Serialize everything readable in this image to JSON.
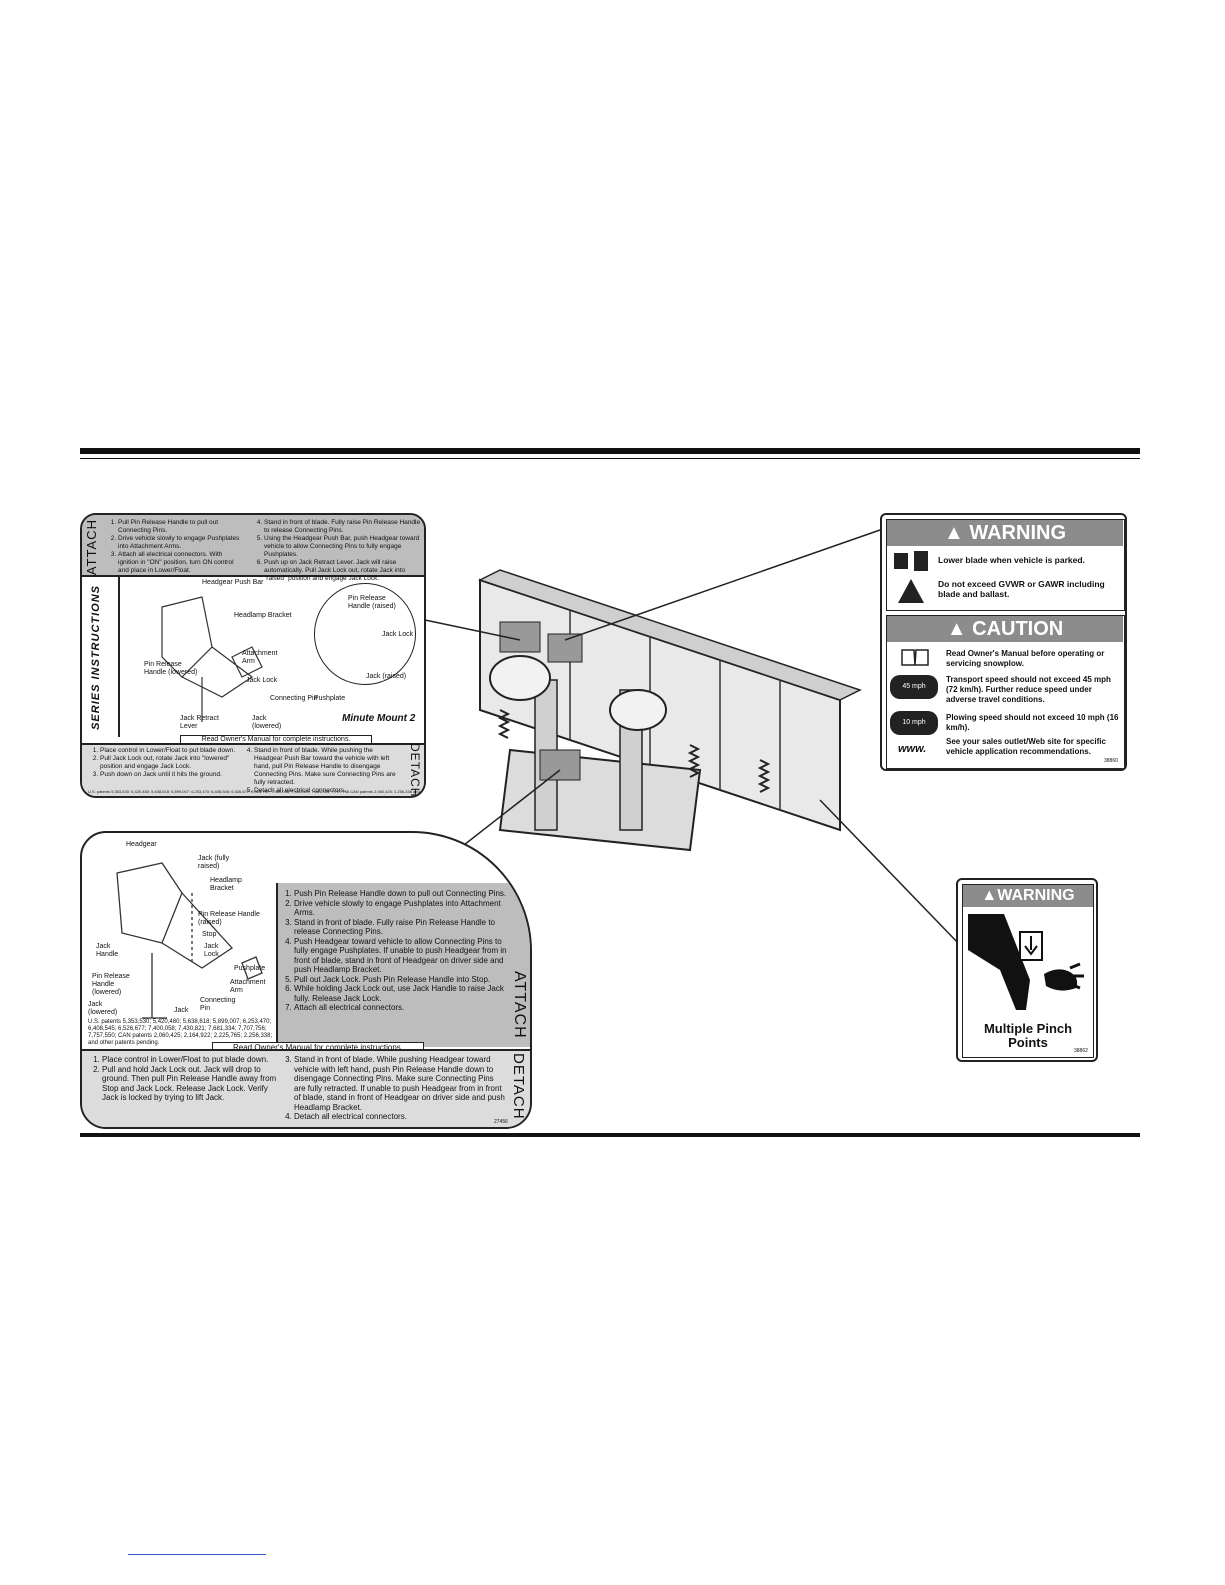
{
  "attach_decal_small": {
    "attach_label": "ATTACH",
    "detach_label": "DETACH",
    "series_text": "SERIES INSTRUCTIONS",
    "logo_text": "Minute Mount 2",
    "attach_col1": [
      "Pull Pin Release Handle to pull out Connecting Pins.",
      "Drive vehicle slowly to engage Pushplates into Attachment Arms.",
      "Attach all electrical connectors. With ignition in \"ON\" position, turn ON control and place in Lower/Float."
    ],
    "attach_col2": [
      "Stand in front of blade. Fully raise Pin Release Handle to release Connecting Pins.",
      "Using the Headgear Push Bar, push Headgear toward vehicle to allow Connecting Pins to fully engage Pushplates.",
      "Push up on Jack Retract Lever. Jack will raise automatically. Pull Jack Lock out, rotate Jack into \"raised\" position and engage Jack Lock."
    ],
    "labels": [
      "Headgear Push Bar",
      "Headlamp Bracket",
      "Pin Release Handle (raised)",
      "Jack Lock",
      "Attachment Arm",
      "Pin Release Handle (lowered)",
      "Jack Lock",
      "Connecting Pin",
      "Pushplate",
      "Jack (raised)",
      "Jack Retract Lever",
      "Jack (lowered)"
    ],
    "banner": "Read Owner's Manual for complete instructions.",
    "detach_col1": [
      "Place control in Lower/Float to put blade down.",
      "Pull Jack Lock out, rotate Jack into \"lowered\" position and engage Jack Lock.",
      "Push down on Jack until it hits the ground."
    ],
    "detach_col2": [
      "Stand in front of blade. While pushing the Headgear Push Bar toward the vehicle with left hand, pull Pin Release Handle to disengage Connecting Pins. Make sure Connecting Pins are fully retracted.",
      "Detach all electrical connectors."
    ],
    "patents": "U.S. patents 5,353,530; 5,420,480; 5,638,618; 5,899,007; 6,253,470; 6,408,545; 6,526,677; 6,928,757; 7,400,058; 7,430,821; 7,681,334; 7,707,756 CAN patents 2,060,425; 2,256,338 and other patents pending."
  },
  "attach_decal_large": {
    "attach_label": "ATTACH",
    "detach_label": "DETACH",
    "labels": [
      "Headgear",
      "Jack (fully raised)",
      "Headlamp Bracket",
      "Pin Release Handle (raised)",
      "Stop",
      "Jack Lock",
      "Jack Handle",
      "Pushplate",
      "Pin Release Handle (lowered)",
      "Attachment Arm",
      "Connecting Pin",
      "Jack (lowered)",
      "Jack"
    ],
    "patents": "U.S. patents 5,353,530; 5,420,480; 5,638,618; 5,899,007; 6,253,470; 6,408,545; 6,526,677; 7,400,058; 7,430,821; 7,681,334; 7,707,756; 7,757,550; CAN patents 2,060,425; 2,164,922; 2,225,765; 2,256,338; and other patents pending.",
    "attach_steps": [
      "Push Pin Release Handle down to pull out Connecting Pins.",
      "Drive vehicle slowly to engage Pushplates into Attachment Arms.",
      "Stand in front of blade. Fully raise Pin Release Handle to release Connecting Pins.",
      "Push Headgear toward vehicle to allow Connecting Pins to fully engage Pushplates. If unable to push Headgear from in front of blade, stand in front of Headgear on driver side and push Headlamp Bracket.",
      "Pull out Jack Lock. Push Pin Release Handle into Stop.",
      "While holding Jack Lock out, use Jack Handle to raise Jack fully. Release Jack Lock.",
      "Attach all electrical connectors."
    ],
    "banner": "Read Owner's Manual for complete instructions.",
    "detach_col1": [
      "Place control in Lower/Float to put blade down.",
      "Pull and hold Jack Lock out. Jack will drop to ground. Then pull Pin Release Handle away from Stop and Jack Lock. Release Jack Lock. Verify Jack is locked by trying to lift Jack."
    ],
    "detach_col2": [
      "Stand in front of blade. While pushing Headgear toward vehicle with left hand, push Pin Release Handle down to disengage Connecting Pins. Make sure Connecting Pins are fully retracted. If unable to push Headgear from in front of blade, stand in front of Headgear on driver side and push Headlamp Bracket.",
      "Detach all electrical connectors."
    ],
    "part_no": "27456"
  },
  "warning_caution_decal": {
    "warning_title": "WARNING",
    "warning_lines": [
      "Lower blade when vehicle is parked.",
      "Do not exceed GVWR or GAWR including blade and ballast."
    ],
    "caution_title": "CAUTION",
    "caution_lines": [
      "Read Owner's Manual before operating or servicing snowplow.",
      "Transport speed should not exceed 45 mph (72 km/h). Further reduce speed under adverse travel conditions.",
      "Plowing speed should not exceed 10 mph (16 km/h).",
      "See your sales outlet/Web site for specific vehicle application recommendations."
    ],
    "speed_1": "45 mph",
    "speed_2": "10 mph",
    "www": "www.",
    "part_no": "38860"
  },
  "pinch_decal": {
    "warning_title": "WARNING",
    "message": "Multiple Pinch Points",
    "part_no": "38862"
  },
  "colors": {
    "ink": "#111111",
    "panel_gray": "#bdbdbd",
    "header_gray": "#8c8c8c"
  }
}
